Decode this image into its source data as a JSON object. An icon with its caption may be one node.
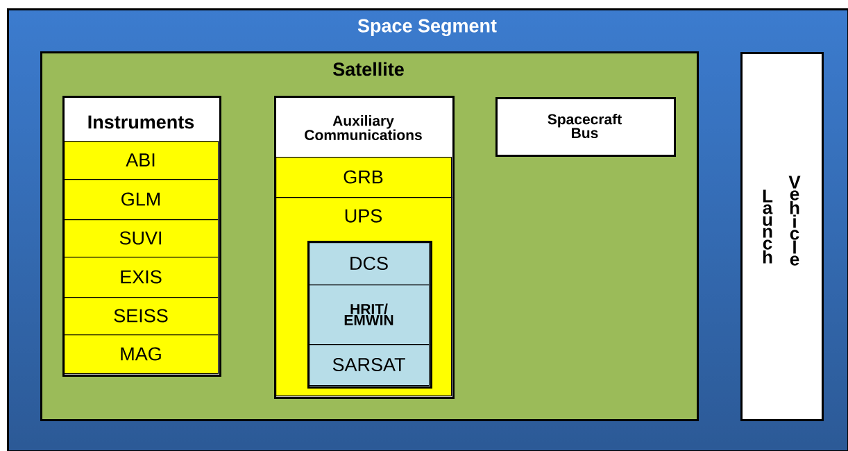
{
  "diagram": {
    "nodes": [
      {
        "text": [
          "Space Segment"
        ]
      },
      {
        "text": [
          "Satellite"
        ],
        "in": 0
      },
      {
        "text": [
          "Instruments"
        ],
        "in": 1
      },
      {
        "text": [
          "ABI"
        ],
        "in": 2
      },
      {
        "text": [
          "GLM"
        ],
        "in": 2
      },
      {
        "text": [
          "SUVI"
        ],
        "in": 2
      },
      {
        "text": [
          "EXIS"
        ],
        "in": 2
      },
      {
        "text": [
          "SEISS"
        ],
        "in": 2
      },
      {
        "text": [
          "MAG"
        ],
        "in": 2
      },
      {
        "text": [
          "Auxiliary Communications"
        ],
        "in": 1
      },
      {
        "text": [
          "GRB"
        ],
        "in": 9
      },
      {
        "text": [
          "UPS"
        ],
        "in": 9
      },
      {
        "text": [],
        "shape": "box",
        "in": 11
      },
      {
        "text": [
          "DCS"
        ],
        "in": 12
      },
      {
        "text": [
          "HRIT/ EMWIN"
        ],
        "in": 12
      },
      {
        "text": [
          "SARSAT"
        ],
        "in": 12
      },
      {
        "text": [
          "Spacecraft Bus"
        ],
        "in": 1
      },
      {
        "text": [
          "Launch",
          "Vehicle"
        ],
        "in": 0
      }
    ],
    "edges": []
  }
}
